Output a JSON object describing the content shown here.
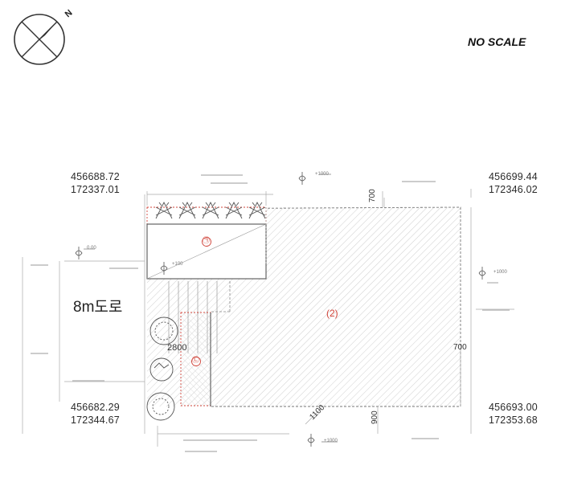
{
  "header": {
    "north_label": "N",
    "scale_label": "NO SCALE"
  },
  "coordinates": {
    "top_left": {
      "x": "456688.72",
      "y": "172337.01"
    },
    "top_right": {
      "x": "456699.44",
      "y": "172346.02"
    },
    "bottom_left": {
      "x": "456682.29",
      "y": "172344.67"
    },
    "bottom_right": {
      "x": "456693.00",
      "y": "172353.68"
    }
  },
  "road_label": "8m도로",
  "regions": {
    "region_1": "㉠",
    "region_2": "(2)",
    "region_3": "㉡"
  },
  "dimensions": {
    "dim_2800": "2800",
    "dim_700_top": "700",
    "dim_700_right": "700",
    "dim_1100": "1100",
    "dim_900": "900"
  },
  "elevations": {
    "top": "+1000",
    "right": "+1000",
    "bottom": "+1000",
    "left": "0.00",
    "inner": "+100"
  },
  "colors": {
    "line": "#555555",
    "accent": "#d0443a",
    "hatch": "#c4c4c4"
  }
}
